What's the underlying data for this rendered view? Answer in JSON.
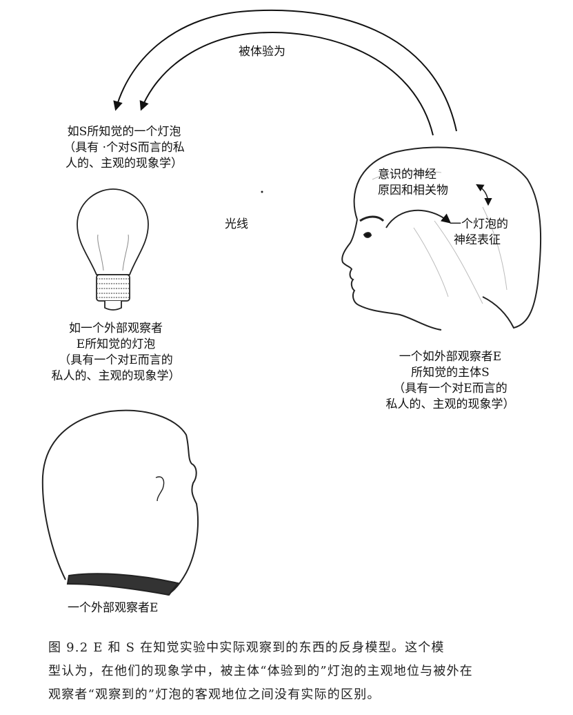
{
  "labels": {
    "experienced_as": "被体验为",
    "bulb_perceived_by_s": [
      "如S所知觉的一个灯泡",
      "（具有 ·个对S而言的私",
      "人的、主观的现象学）"
    ],
    "light_rays": "光线",
    "neural_causes": [
      "意识的神经",
      "原因和相关物"
    ],
    "neural_representation": [
      "一个灯泡的",
      "神经表征"
    ],
    "bulb_perceived_by_e": [
      "如一个外部观察者",
      "E所知觉的灯泡",
      "（具有一个对E而言的",
      "私人的、主观的现象学）"
    ],
    "subject_s": [
      "一个如外部观察者E",
      "所知觉的主体S",
      "（具有一个对E而言的",
      "私人的、主观的现象学）"
    ],
    "observer_e": "一个外部观察者E"
  },
  "caption": {
    "lines": [
      "图 9.2   E 和 S 在知觉实验中实际观察到的东西的反身模型。这个模",
      "型认为，在他们的现象学中，被主体“体验到的”灯泡的主观地位与被外在",
      "观察者“观察到的”灯泡的客观地位之间没有实际的区别。"
    ]
  }
}
